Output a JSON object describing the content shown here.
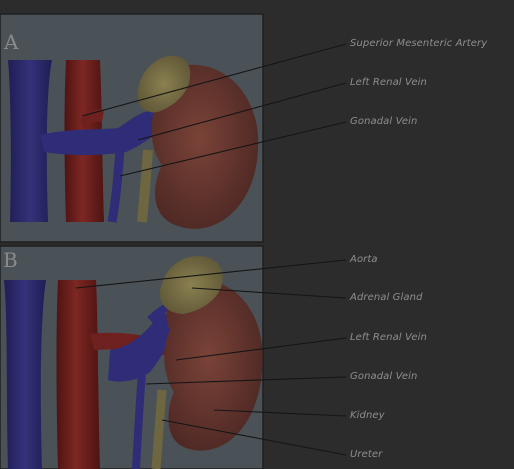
{
  "panels": [
    {
      "letter": "A"
    },
    {
      "letter": "B"
    }
  ],
  "labels": {
    "a": [
      "Superior Mesenteric Artery",
      "Left Renal Vein",
      "Gonadal Vein"
    ],
    "b": [
      "Aorta",
      "Adrenal Gland",
      "Left Renal Vein",
      "Gonadal Vein",
      "Kidney",
      "Ureter"
    ]
  },
  "colors": {
    "background": "#2c2c2c",
    "panel": "#4a5257",
    "vein": "#2b2a6a",
    "artery": "#6b1f1c",
    "kidney": "#6a3a33",
    "adrenal": "#7a7148",
    "leader": "#151515",
    "label": "#8e8e8e"
  }
}
